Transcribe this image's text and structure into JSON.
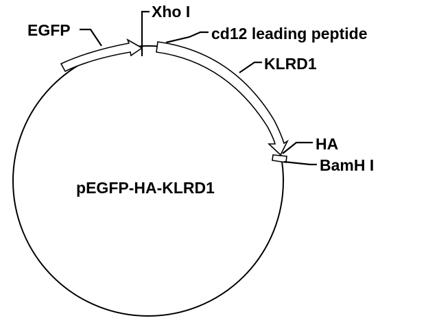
{
  "plasmid": {
    "name": "pEGFP-HA-KLRD1"
  },
  "features": [
    {
      "id": "egfp",
      "label": "EGFP",
      "kind": "arrow"
    },
    {
      "id": "xhoi",
      "label": "Xho I",
      "kind": "site"
    },
    {
      "id": "cd12",
      "label": "cd12 leading peptide",
      "kind": "arrow"
    },
    {
      "id": "klrd1",
      "label": "KLRD1",
      "kind": "arrow"
    },
    {
      "id": "ha",
      "label": "HA",
      "kind": "box"
    },
    {
      "id": "bamhi",
      "label": "BamH I",
      "kind": "site"
    }
  ],
  "colors": {
    "line": "#000000",
    "feature_fill": "#ffffff",
    "background": "#ffffff"
  }
}
